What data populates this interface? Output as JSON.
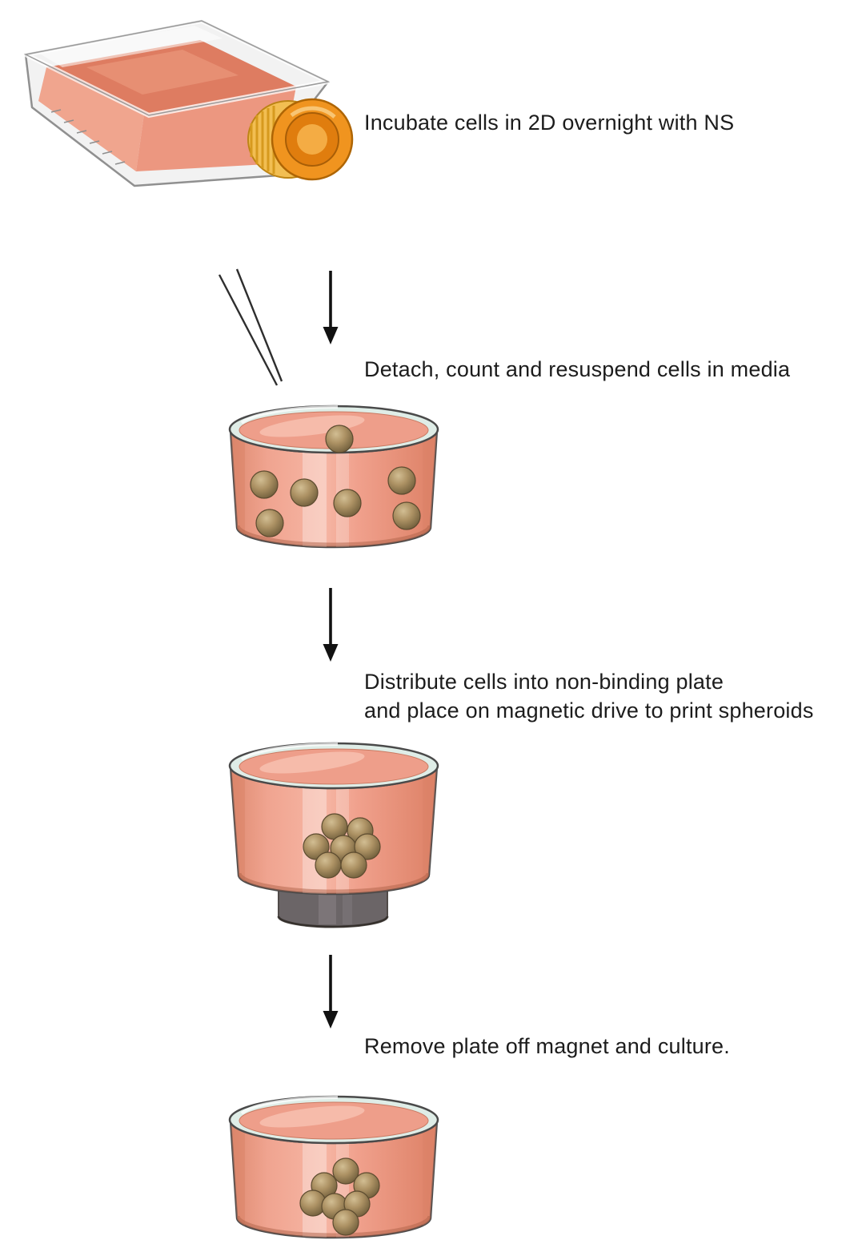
{
  "diagram": {
    "background": "#FFFFFF",
    "text_color": "#1C1C1C",
    "steps": [
      {
        "label": "Incubate cells in 2D overnight with NS",
        "illustration": "culture-flask-icon"
      },
      {
        "label": "Detach, count and resuspend cells in media",
        "illustration": "petri-dish-with-suspended-cells-icon"
      },
      {
        "label_line1": "Distribute cells into non-binding plate",
        "label_line2": "and place on magnetic drive to print spheroids",
        "illustration": "plate-on-magnetic-drive-icon"
      },
      {
        "label": "Remove plate off magnet and culture.",
        "illustration": "petri-dish-with-spheroid-icon"
      }
    ],
    "connector_icons": [
      "pipette-tip-icon",
      "down-arrow-icon",
      "down-arrow-icon",
      "down-arrow-icon"
    ],
    "colors": {
      "media_pink": "#F2A492",
      "media_surface": "#EE9E8A",
      "media_dark_edge": "#D98166",
      "flask_media_surface": "#DE7C61",
      "cell_brown": "#A68B5E",
      "cap_orange": "#F0941F",
      "cap_gold_ring": "#F2BE52",
      "dish_glass": "#DFEDE7",
      "magnet_gray": "#575053",
      "outline_dark": "#4A4A4A",
      "arrow_black": "#111111"
    }
  }
}
